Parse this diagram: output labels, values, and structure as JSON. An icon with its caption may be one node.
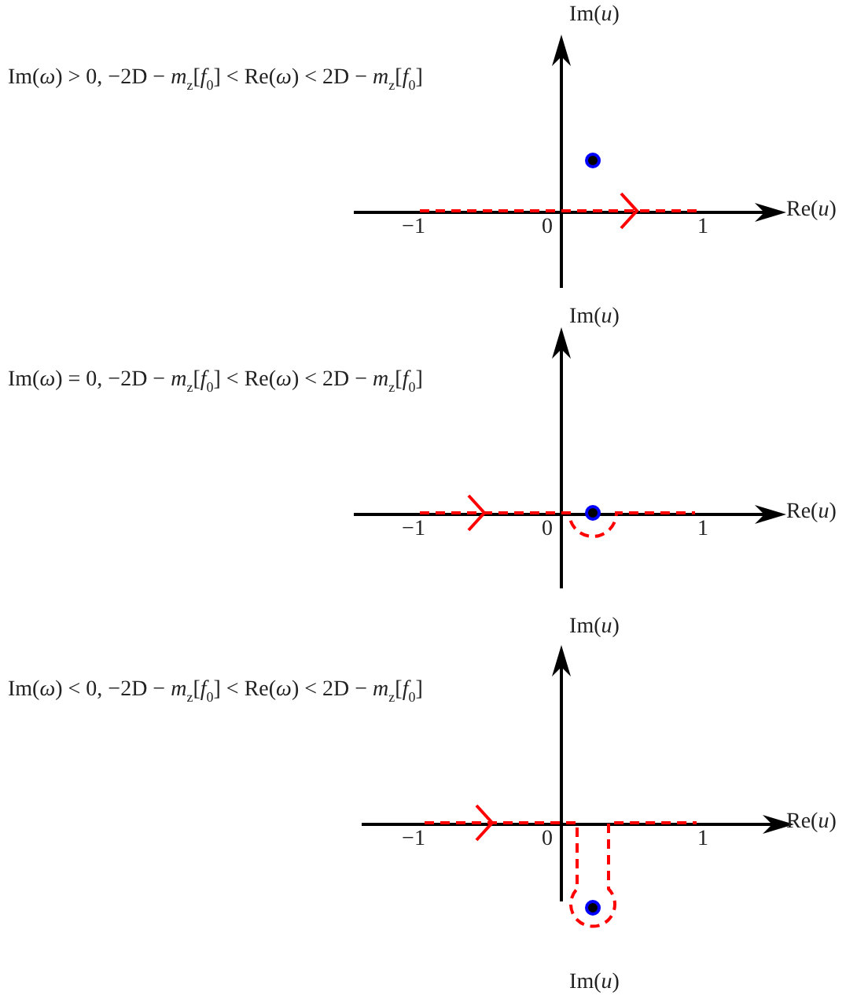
{
  "diagram": {
    "labels": [
      "Im(*u*)",
      "Im(*ω*) > 0, −2D − *m*$_{z}$[*f*$_{0}$] < Re(*ω*) < 2D − *m*$_{z}$[*f*$_{0}$]",
      "Re(*u*)",
      "−1",
      "0",
      "1",
      "Im(*u*)",
      "Im(*ω*) = 0, −2D − *m*$_{z}$[*f*$_{0}$] < Re(*ω*) < 2D − *m*$_{z}$[*f*$_{0}$]",
      "Re(*u*)",
      "−1",
      "0",
      "1",
      "Im(*u*)",
      "Im(*ω*) < 0, −2D − *m*$_{z}$[*f*$_{0}$] < Re(*ω*) < 2D − *m*$_{z}$[*f*$_{0}$]",
      "Re(*u*)",
      "−1",
      "0",
      "1",
      "Im(*u*)"
    ]
  }
}
